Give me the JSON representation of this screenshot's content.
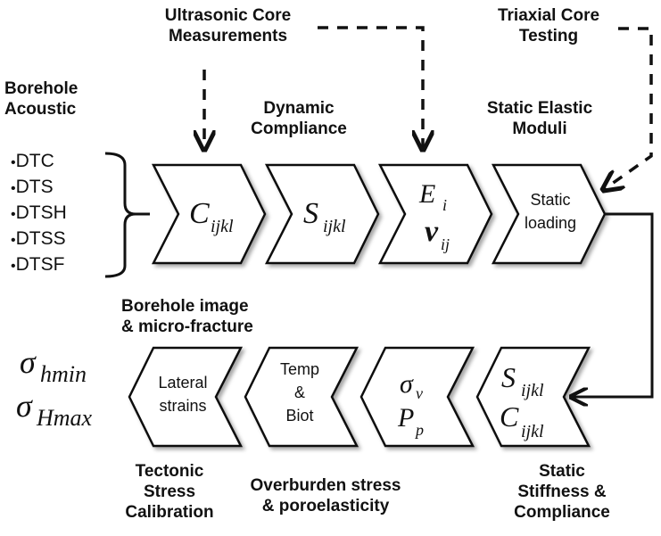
{
  "labels": {
    "ultrasonic": [
      "Ultrasonic Core",
      "Measurements"
    ],
    "triaxial": [
      "Triaxial Core",
      "Testing"
    ],
    "borehole_acoustic": [
      "Borehole",
      "Acoustic"
    ],
    "dynamic_compliance": [
      "Dynamic",
      "Compliance"
    ],
    "static_elastic": [
      "Static Elastic",
      "Moduli"
    ],
    "borehole_image": [
      "Borehole image",
      "& micro-fracture"
    ],
    "tectonic": [
      "Tectonic",
      "Stress",
      "Calibration"
    ],
    "overburden": [
      "Overburden stress",
      "& poroelasticity"
    ],
    "static_stiffness": [
      "Static",
      "Stiffness &",
      "Compliance"
    ]
  },
  "logs": [
    "DTC",
    "DTS",
    "DTSH",
    "DTSS",
    "DTSF"
  ],
  "top_row": [
    {
      "main": "C",
      "sub": "ijkl"
    },
    {
      "main": "S",
      "sub": "ijkl"
    },
    {
      "line1_main": "E",
      "line1_sub": "i",
      "line2_main": "ν",
      "line2_sub": "ij"
    },
    {
      "text": [
        "Static",
        "loading"
      ]
    }
  ],
  "bottom_row": [
    {
      "text": [
        "Lateral",
        "strains"
      ]
    },
    {
      "text": [
        "Temp",
        "&",
        "Biot"
      ]
    },
    {
      "line1_main": "σ",
      "line1_sub": "v",
      "line2_main": "P",
      "line2_sub": "p"
    },
    {
      "line1_main": "S",
      "line1_sub": "ijkl",
      "line2_main": "C",
      "line2_sub": "ijkl"
    }
  ],
  "outputs": [
    {
      "main": "σ",
      "sub": "hmin"
    },
    {
      "main": "σ",
      "sub": "Hmax"
    }
  ]
}
